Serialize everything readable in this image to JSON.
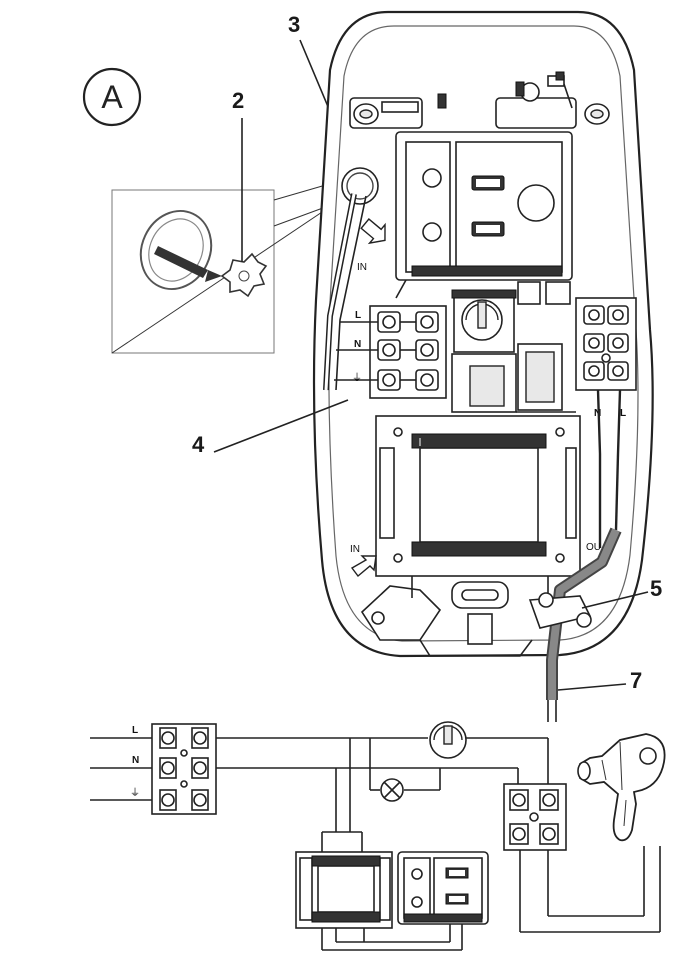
{
  "callouts": {
    "a": "A",
    "two": "2",
    "three": "3",
    "four": "4",
    "five": "5",
    "seven": "7"
  },
  "terminals": {
    "l": "L",
    "n": "N",
    "earth": "⏚",
    "right_n": "N",
    "right_l": "L"
  },
  "arrows": {
    "in_top": "IN",
    "in_bottom": "IN",
    "out": "OU"
  },
  "schematic": {
    "l": "L",
    "n": "N",
    "earth": "⏚"
  }
}
